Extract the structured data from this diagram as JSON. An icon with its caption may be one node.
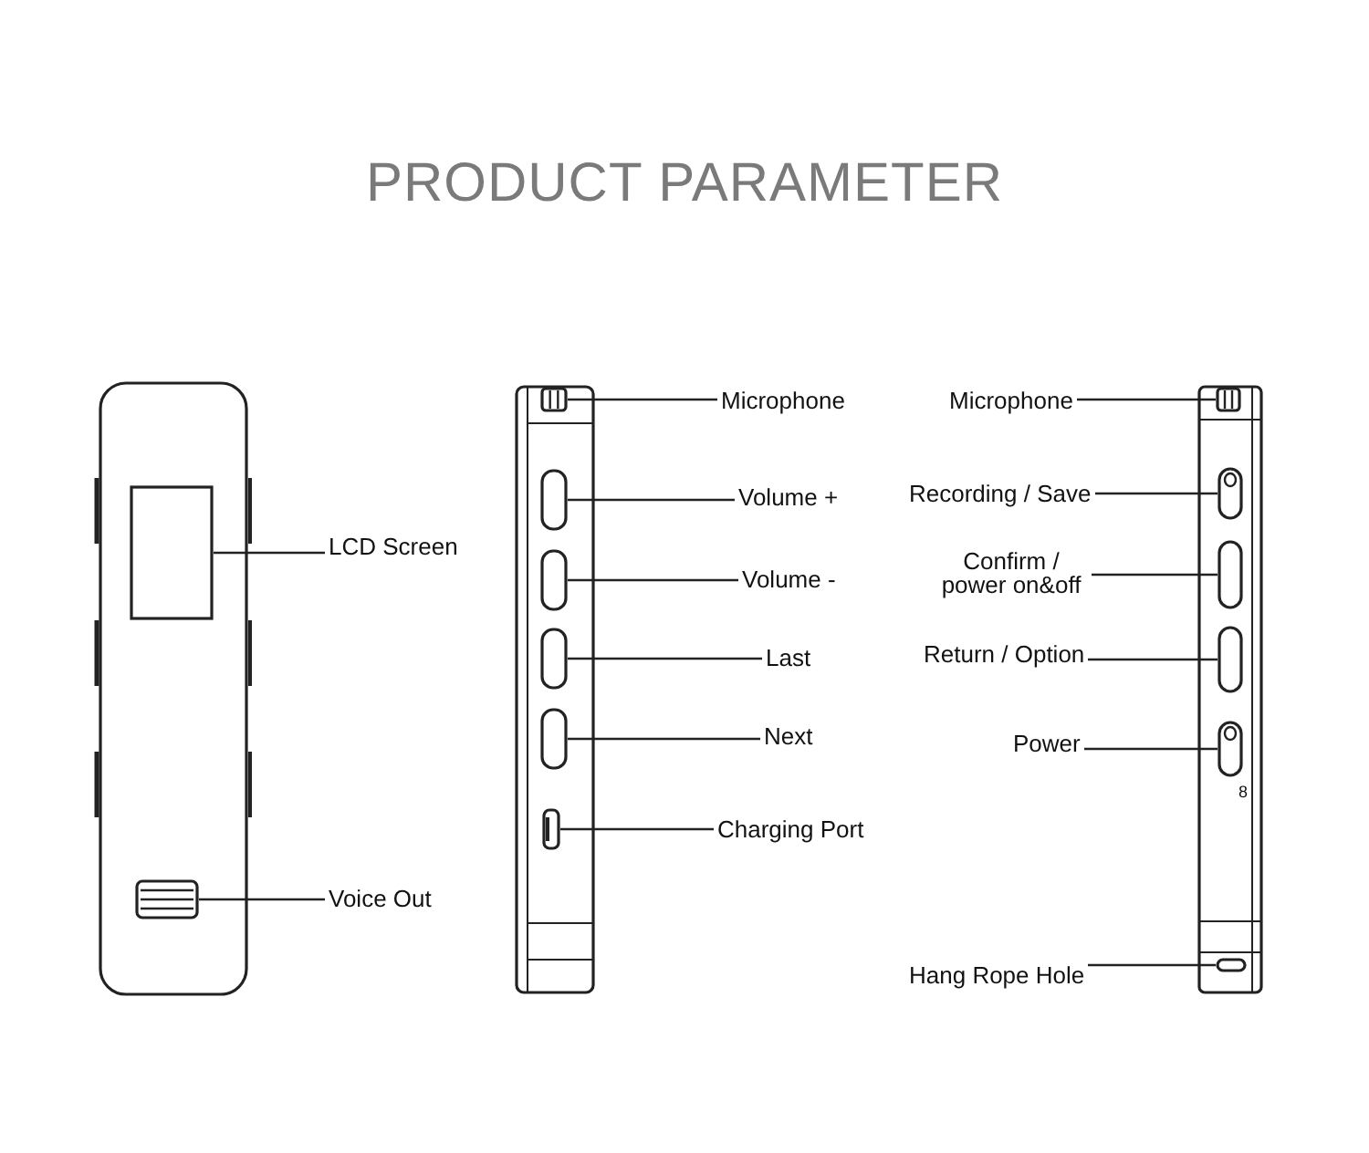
{
  "diagram": {
    "title": "PRODUCT PARAMETER",
    "nodes": [
      {
        "text": [
          "LCD Screen"
        ]
      },
      {
        "text": [],
        "shape": "box"
      },
      {
        "text": [
          "Voice Out"
        ]
      },
      {
        "text": [],
        "shape": "box"
      },
      {
        "text": [
          "Microphone"
        ]
      },
      {
        "text": [],
        "shape": "box"
      },
      {
        "text": [
          "Volume +"
        ]
      },
      {
        "text": [],
        "shape": "box"
      },
      {
        "text": [
          "Volume -"
        ]
      },
      {
        "text": [],
        "shape": "box"
      },
      {
        "text": [
          "Last"
        ]
      },
      {
        "text": [],
        "shape": "box"
      },
      {
        "text": [
          "Next"
        ]
      },
      {
        "text": [],
        "shape": "box"
      },
      {
        "text": [
          "Charging Port"
        ]
      },
      {
        "text": [],
        "shape": "box"
      },
      {
        "text": [
          "Microphone"
        ]
      },
      {
        "text": [],
        "shape": "box"
      },
      {
        "text": [
          "Recording / Save"
        ]
      },
      {
        "text": [],
        "shape": "box"
      },
      {
        "text": [
          "Confirm / power on&off"
        ]
      },
      {
        "text": [],
        "shape": "box"
      },
      {
        "text": [
          "Return / Option"
        ]
      },
      {
        "text": [],
        "shape": "box"
      },
      {
        "text": [
          "Power"
        ]
      },
      {
        "text": [],
        "shape": "box"
      },
      {
        "text": [
          "Hang Rope Hole"
        ]
      },
      {
        "text": [],
        "shape": "box"
      }
    ],
    "edges": [
      {
        "from": 0,
        "to": 1,
        "arrow": "none"
      },
      {
        "from": 2,
        "to": 3,
        "arrow": "none"
      },
      {
        "from": 4,
        "to": 5,
        "arrow": "none"
      },
      {
        "from": 6,
        "to": 7,
        "arrow": "none"
      },
      {
        "from": 8,
        "to": 9,
        "arrow": "none"
      },
      {
        "from": 10,
        "to": 11,
        "arrow": "none"
      },
      {
        "from": 12,
        "to": 13,
        "arrow": "none"
      },
      {
        "from": 14,
        "to": 15,
        "arrow": "none"
      },
      {
        "from": 16,
        "to": 17,
        "arrow": "none"
      },
      {
        "from": 18,
        "to": 19,
        "arrow": "none"
      },
      {
        "from": 20,
        "to": 21,
        "arrow": "none"
      },
      {
        "from": 22,
        "to": 23,
        "arrow": "none"
      },
      {
        "from": 24,
        "to": 25,
        "arrow": "none"
      },
      {
        "from": 26,
        "to": 27,
        "arrow": "none"
      }
    ],
    "labels": [
      "8"
    ]
  }
}
